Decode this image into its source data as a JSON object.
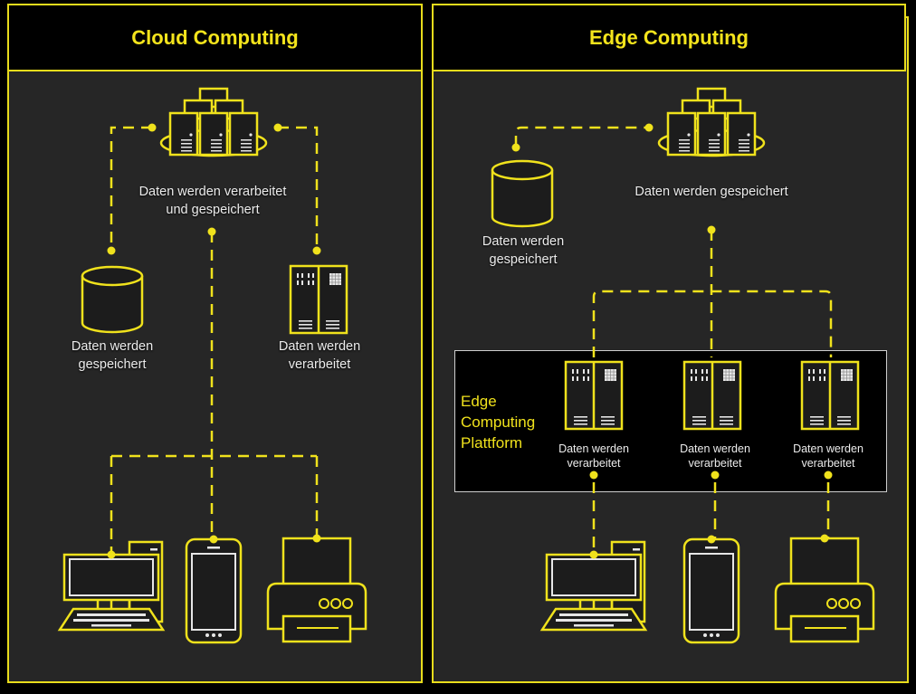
{
  "colors": {
    "accent": "#f0e21c",
    "panel_bg": "#262626",
    "header_bg": "#000000",
    "text": "#ececec",
    "platform_border": "#cfcfcf"
  },
  "cloud": {
    "title": "Cloud Computing",
    "server_cluster_label_line1": "Daten werden verarbeitet",
    "server_cluster_label_line2": "und gespeichert",
    "storage_label_line1": "Daten werden",
    "storage_label_line2": "gespeichert",
    "processing_label_line1": "Daten werden",
    "processing_label_line2": "verarbeitet",
    "devices": [
      "desktop-computer",
      "smartphone",
      "printer"
    ]
  },
  "edge": {
    "title": "Edge Computing",
    "server_cluster_label": "Daten werden gespeichert",
    "storage_label_line1": "Daten werden",
    "storage_label_line2": "gespeichert",
    "platform": {
      "title_line1": "Edge",
      "title_line2": "Computing",
      "title_line3": "Plattform",
      "nodes": [
        {
          "line1": "Daten werden",
          "line2": "verarbeitet"
        },
        {
          "line1": "Daten werden",
          "line2": "verarbeitet"
        },
        {
          "line1": "Daten werden",
          "line2": "verarbeitet"
        }
      ]
    },
    "devices": [
      "desktop-computer",
      "smartphone",
      "printer"
    ]
  }
}
